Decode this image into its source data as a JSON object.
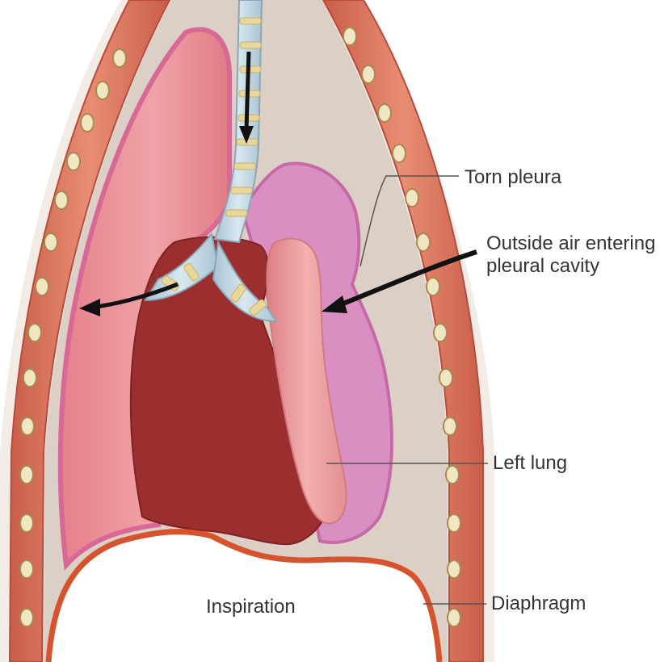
{
  "labels": {
    "torn_pleura": "Torn pleura",
    "outside_air_line1": "Outside air entering",
    "outside_air_line2": "pleural cavity",
    "left_lung": "Left lung",
    "diaphragm": "Diaphragm",
    "inspiration": "Inspiration"
  },
  "colors": {
    "background": "#ffffff",
    "chest_cavity": "#dccfc6",
    "rib_wall": "#d8705a",
    "rib_bone": "#f1e6c2",
    "lung_pink": "#e68b93",
    "lung_edge": "#dc6f9b",
    "collapsed_space": "#d98fc2",
    "heart": "#9b2e2e",
    "trachea": "#b9d2df",
    "cartilage": "#e8d79a",
    "diaphragm": "#d6542d",
    "arrow": "#111111",
    "leader_line": "#555555"
  }
}
